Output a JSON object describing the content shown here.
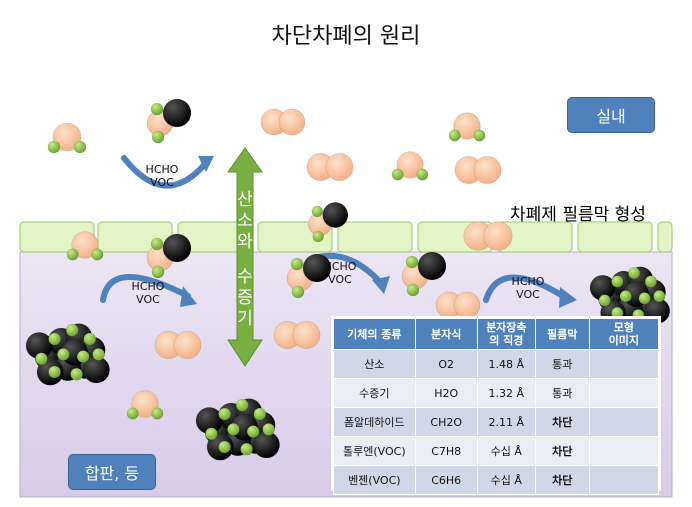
{
  "title": "차단차폐의 원리",
  "labels": {
    "indoor": "실내",
    "board": "합판, 등",
    "film": "차폐제 필름막 형성",
    "arrow_text": [
      "산",
      "소",
      "와",
      "",
      "수",
      "증",
      "기"
    ]
  },
  "flows": [
    {
      "line1": "HCHO",
      "line2": "VOC"
    },
    {
      "line1": "HCHO",
      "line2": "VOC"
    },
    {
      "line1": "HCHO",
      "line2": "VOC"
    },
    {
      "line1": "HCHO",
      "line2": "VOC"
    }
  ],
  "colors": {
    "accent": "#4f81bd",
    "arrow_green": "#77b041",
    "film_green": "#e3f5c6",
    "board_lavender": "#ddd3ec",
    "molecule_peach": "#f8c49e",
    "atom_green": "#8cc63f",
    "blocked_red": "#e00000"
  },
  "table": {
    "headers": [
      "기체의 종류",
      "분자식",
      "분자장축\n의 직경",
      "필름막",
      "모형\n이미지"
    ],
    "rows": [
      {
        "name": "산소",
        "formula": "O2",
        "diameter": "1.48 Å",
        "film": "통과",
        "blocked": false,
        "icon": "oxygen-molecule-icon"
      },
      {
        "name": "수증기",
        "formula": "H2O",
        "diameter": "1.32 Å",
        "film": "통과",
        "blocked": false,
        "icon": "water-molecule-icon"
      },
      {
        "name": "폼알데하이드",
        "formula": "CH2O",
        "diameter": "2.11 Å",
        "film": "차단",
        "blocked": true,
        "icon": "formaldehyde-molecule-icon"
      },
      {
        "name": "톨루엔(VOC)",
        "formula": "C7H8",
        "diameter": "수십 Å",
        "film": "차단",
        "blocked": true,
        "icon": "toluene-cluster-icon"
      },
      {
        "name": "벤젠(VOC)",
        "formula": "C6H6",
        "diameter": "수십 Å",
        "film": "차단",
        "blocked": true,
        "icon": "benzene-cluster-icon"
      }
    ]
  }
}
